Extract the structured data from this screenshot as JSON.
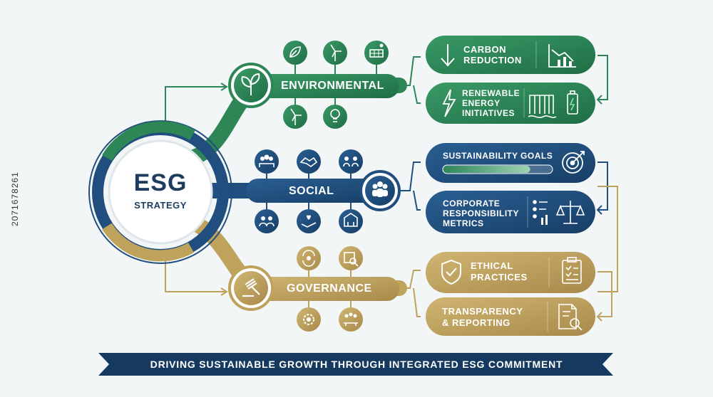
{
  "center": {
    "title": "ESG",
    "subtitle": "STRATEGY"
  },
  "pillars": {
    "environmental": {
      "label": "ENVIRONMENTAL"
    },
    "social": {
      "label": "SOCIAL"
    },
    "governance": {
      "label": "GOVERNANCE"
    }
  },
  "outcomes": {
    "carbon": {
      "line1": "CARBON",
      "line2": "REDUCTION"
    },
    "renewable": {
      "line1": "RENEWABLE",
      "line2": "ENERGY",
      "line3": "INITIATIVES"
    },
    "sustainability": {
      "line1": "SUSTAINABILITY GOALS",
      "progress": 0.8
    },
    "csr": {
      "line1": "CORPORATE",
      "line2": "RESPONSIBILITY",
      "line3": "METRICS"
    },
    "ethical": {
      "line1": "ETHICAL",
      "line2": "PRACTICES"
    },
    "transparency": {
      "line1": "TRANSPARENCY",
      "line2": "& REPORTING"
    }
  },
  "banner": {
    "text": "DRIVING SUSTAINABLE GROWTH THROUGH INTEGRATED ESG COMMITMENT"
  },
  "side_id": "2071678261",
  "colors": {
    "green": "#2e8656",
    "blue": "#1f4e7f",
    "gold": "#bfa35c",
    "navy": "#16395f"
  },
  "icons": {
    "environmental": [
      "leaf-icon",
      "wind-turbine-icon",
      "solar-panel-icon",
      "wind-turbine-icon",
      "lightbulb-icon"
    ],
    "social": [
      "team-icon",
      "handshake-icon",
      "community-icon",
      "people-icon",
      "helping-hand-icon",
      "building-icon"
    ],
    "governance": [
      "cycle-gear-icon",
      "document-search-icon",
      "settings-icon",
      "meeting-icon"
    ]
  }
}
